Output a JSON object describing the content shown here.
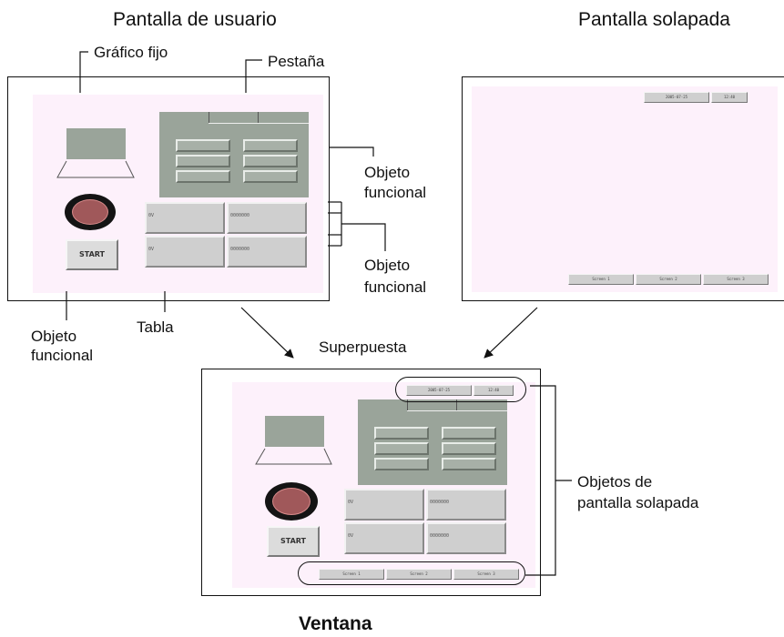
{
  "titles": {
    "user_screen": "Pantalla de usuario",
    "overlap_screen": "Pantalla solapada",
    "superposed": "Superpuesta",
    "window": "Ventana"
  },
  "callouts": {
    "fixed_graphic": "Gráfico fijo",
    "tab": "Pestaña",
    "functional_object_1_line1": "Objeto",
    "functional_object_1_line2": "funcional",
    "functional_object_2_line1": "Objeto",
    "functional_object_2_line2": "funcional",
    "functional_object_3_line1": "Objeto",
    "functional_object_3_line2": "funcional",
    "table": "Tabla",
    "overlap_objects_line1": "Objetos de",
    "overlap_objects_line2": "pantalla solapada"
  },
  "hmi": {
    "start_label": "START",
    "row1_left": "0V",
    "row1_right": "0000000",
    "row2_left": "0V",
    "row2_right": "0000000",
    "date": "2005-07-25",
    "time": "12:40",
    "screen1": "Screen 1",
    "screen2": "Screen 2",
    "screen3": "Screen 3"
  },
  "colors": {
    "pink_background": "#fdf1fb",
    "panel_gray": "#9aa49a",
    "lamp_red": "#a0585a"
  }
}
